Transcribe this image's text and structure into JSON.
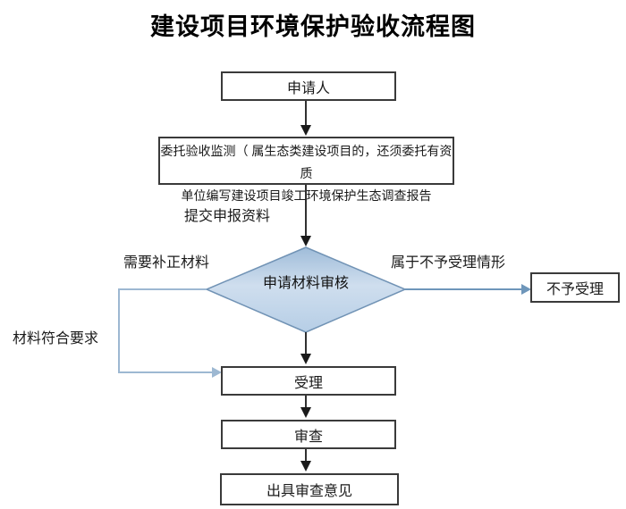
{
  "title": "建设项目环境保护验收流程图",
  "nodes": {
    "applicant": {
      "label": "申请人"
    },
    "entrust": {
      "line1": "委托验收监测（ 属生态类建设项目的，还须委托有资质",
      "line2": "单位编写建设项目竣工环境保护生态调查报告"
    },
    "review_diamond": {
      "label": "申请材料审核"
    },
    "not_accept": {
      "label": "不予受理"
    },
    "accept": {
      "label": "受理"
    },
    "examine": {
      "label": "审查"
    },
    "issue_opinion": {
      "label": "出具审查意见"
    }
  },
  "edge_labels": {
    "submit_materials": "提交申报资料",
    "need_supplement": "需要补正材料",
    "not_accept_case": "属于不予受理情形",
    "materials_ok": "材料符合要求"
  },
  "colors": {
    "box_border": "#3a3a3a",
    "black_arrow": "#1a1a1a",
    "blue_arrow_right": "#6e96ba",
    "blue_arrow_left": "#9db8d2",
    "diamond_fill_top": "#9fbcd9",
    "diamond_fill_mid": "#cfdeee",
    "diamond_fill_bottom": "#b6cee6",
    "diamond_border": "#7193b5"
  }
}
